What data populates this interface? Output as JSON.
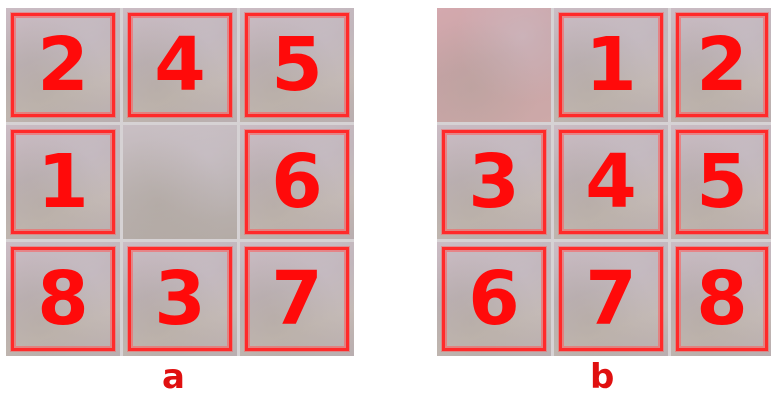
{
  "puzzles": [
    {
      "caption": "a",
      "tiles": [
        "2",
        "4",
        "5",
        "1",
        "",
        "6",
        "8",
        "3",
        "7"
      ]
    },
    {
      "caption": "b",
      "tiles": [
        "",
        "1",
        "2",
        "3",
        "4",
        "5",
        "6",
        "7",
        "8"
      ]
    }
  ],
  "colors": {
    "tile_number": "#ff0a0a",
    "tile_border": "#ff2a2a",
    "caption": "#e01010"
  }
}
